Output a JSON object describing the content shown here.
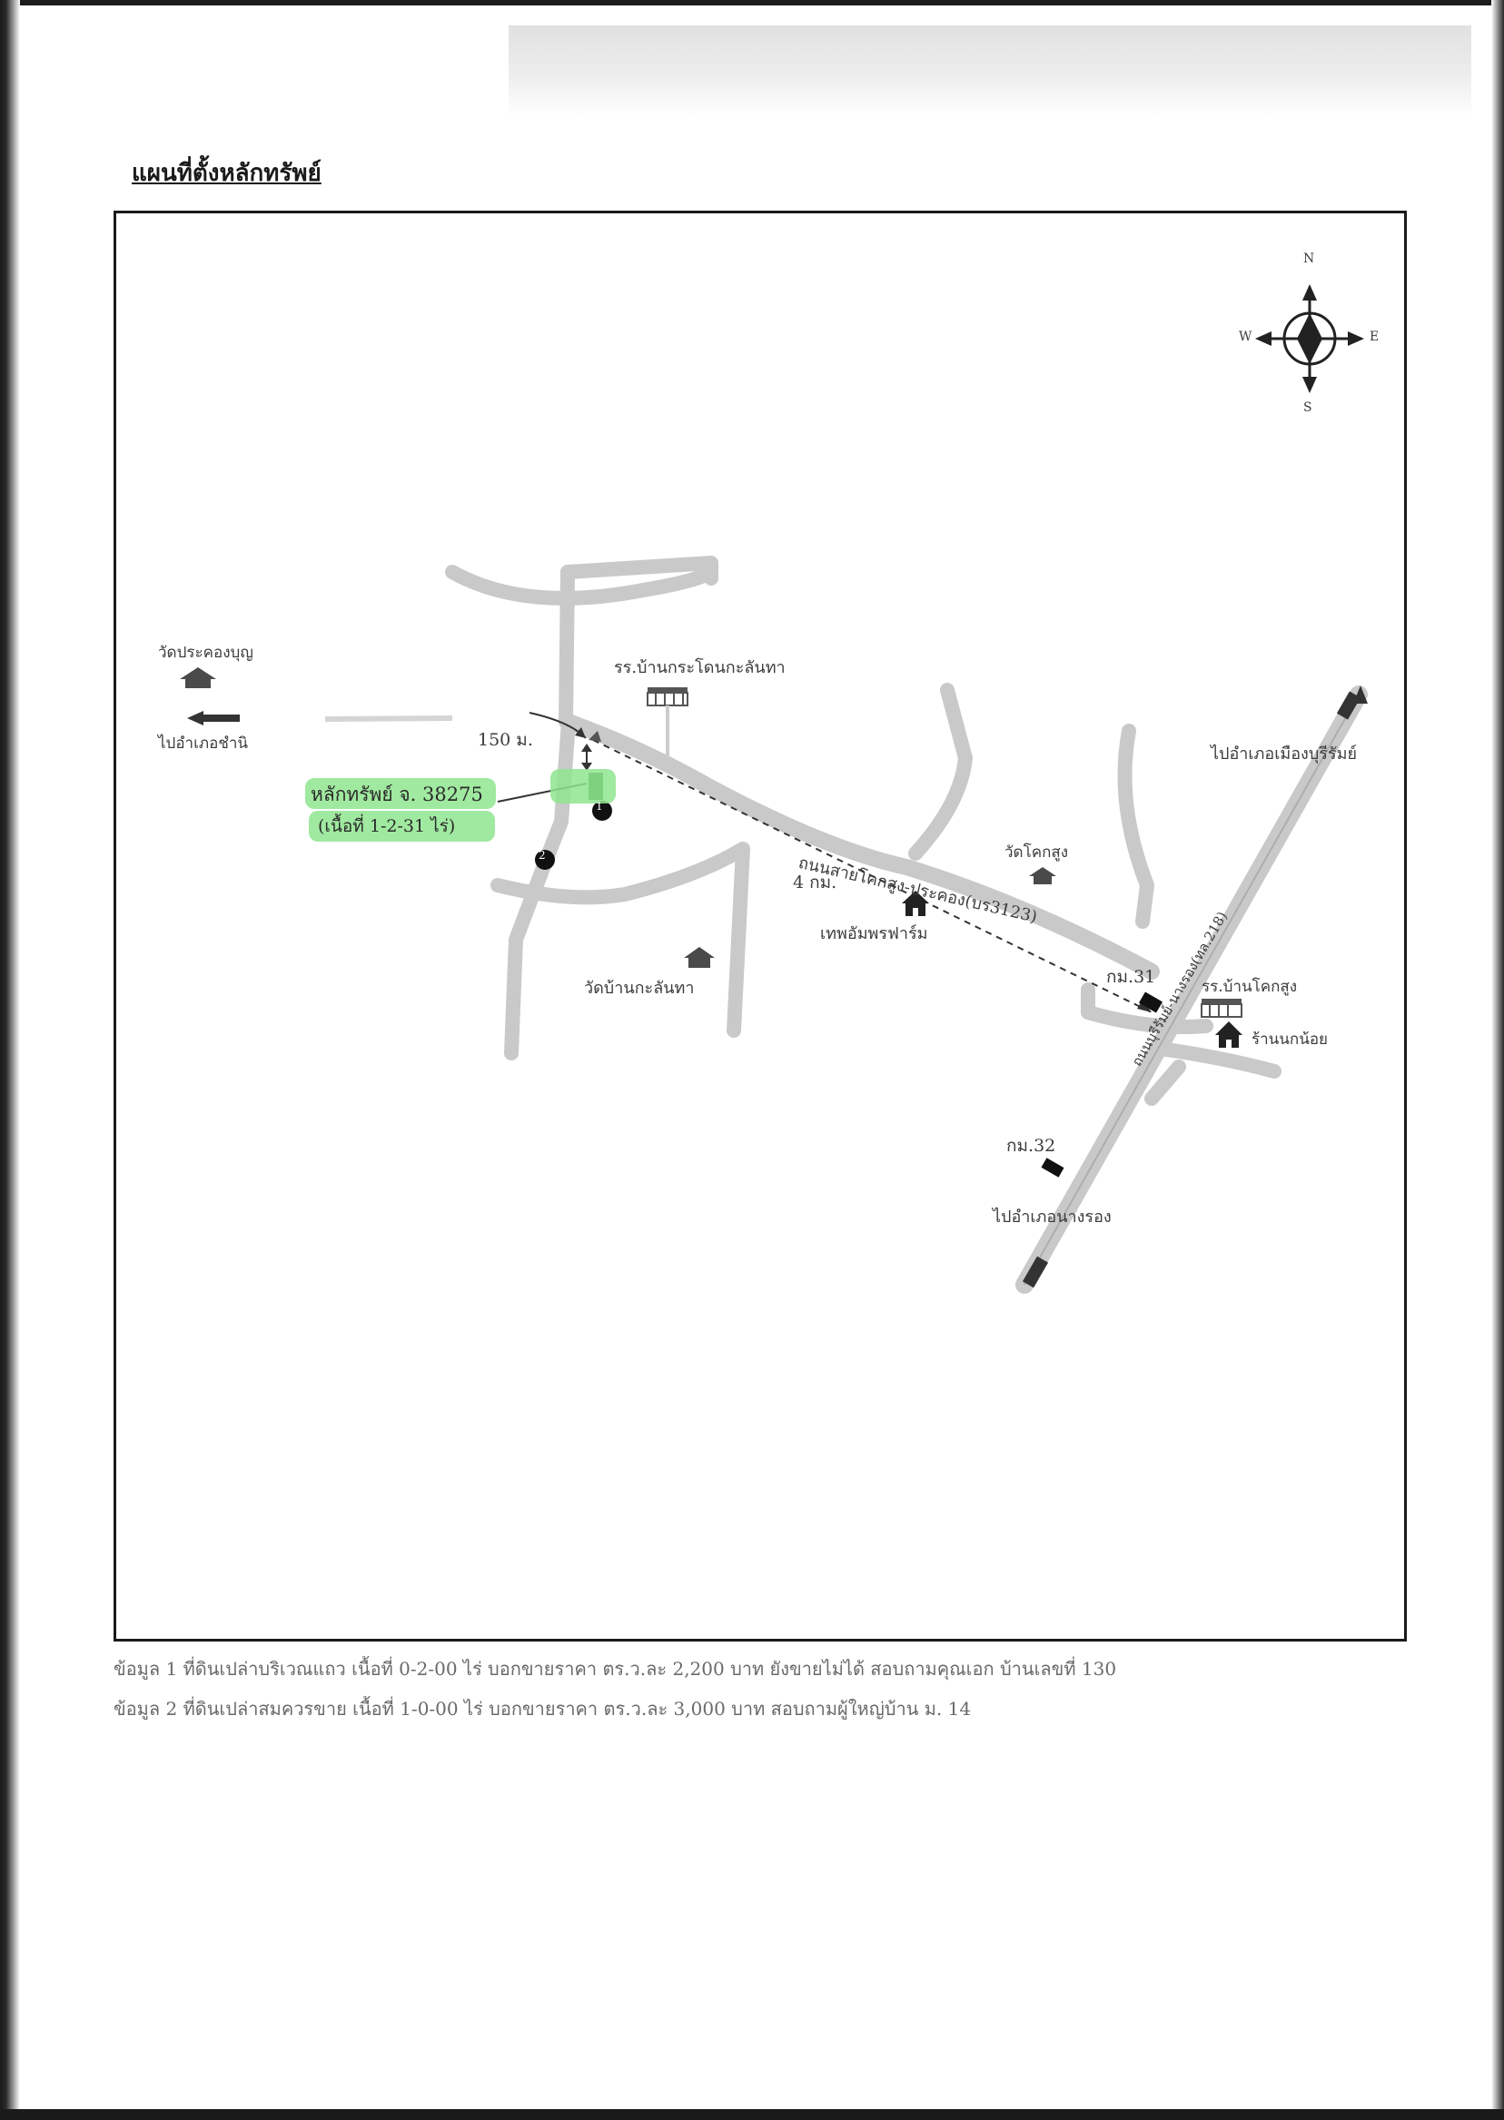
{
  "page": {
    "title": "แผนที่ตั้งหลักทรัพย์"
  },
  "compass": {
    "north": "N",
    "west": "W",
    "east": "E",
    "south": "S"
  },
  "map": {
    "labels": {
      "temple_top_left": "วัดประคองบุญ",
      "to_district_left": "ไปอำเภอชำนิ",
      "school_top": "รร.บ้านกระโดนกะลันทา",
      "distance_150": "150 ม.",
      "asset_number": "หลักทรัพย์ จ. 38275",
      "asset_area": "(เนื้อที่ 1-2-31 ไร่)",
      "marker_1": "1",
      "marker_2": "2",
      "road_name": "ถนนสายโคกสูง-ประคอง(บร3123)",
      "distance_4km": "4 กม.",
      "temple_khoksung": "วัดโคกสูง",
      "farm": "เทพอัมพรฟาร์ม",
      "temple_bottom": "วัดบ้านกะลันทา",
      "to_buriram": "ไปอำเภอเมืองบุรีรัมย์",
      "km31": "กม.31",
      "school_khoksung": "รร.บ้านโคกสูง",
      "shop": "ร้านนกน้อย",
      "highway": "ถนนบุรีรัมย์-นางรอง(ทล.218)",
      "km32": "กม.32",
      "to_nangrong": "ไปอำเภอนางรอง"
    }
  },
  "notes": [
    "ข้อมูล 1 ที่ดินเปล่าบริเวณแถว เนื้อที่ 0-2-00 ไร่ บอกขายราคา ตร.ว.ละ 2,200 บาท ยังขายไม่ได้ สอบถามคุณเอก บ้านเลขที่ 130",
    "ข้อมูล 2 ที่ดินเปล่าสมควรขาย เนื้อที่ 1-0-00 ไร่ บอกขายราคา ตร.ว.ละ 3,000 บาท สอบถามผู้ใหญ่บ้าน ม. 14"
  ],
  "colors": {
    "road": "#c9c9c9",
    "highlight": "#8fe58f",
    "asset": "#2e8b2e"
  }
}
